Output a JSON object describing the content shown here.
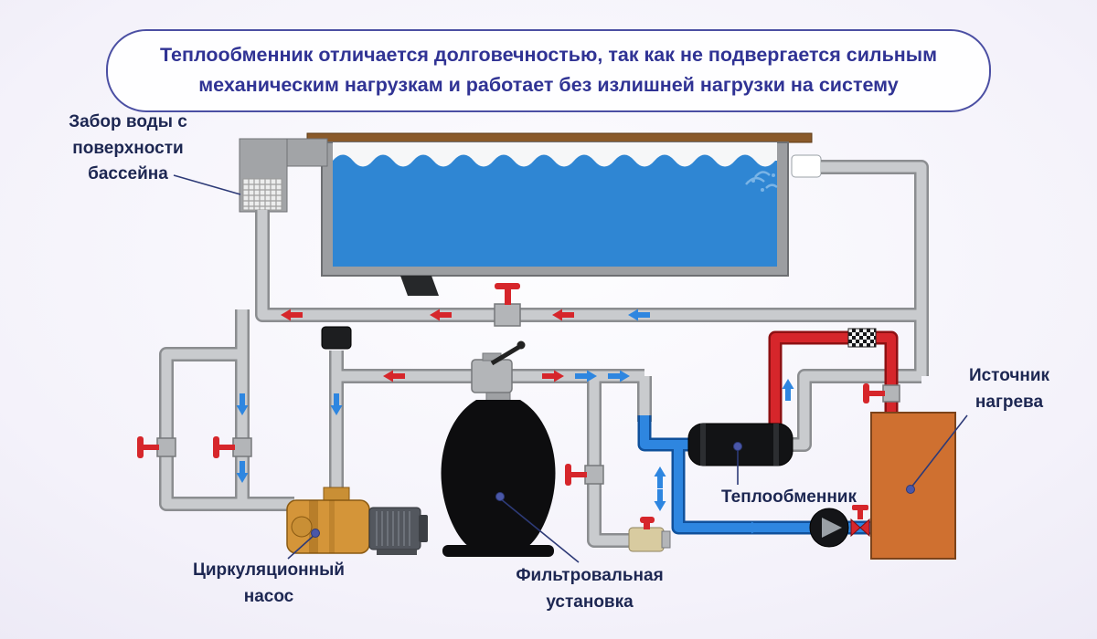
{
  "banner": {
    "text": "Теплообменник отличается долговечностью, так как не подвергается сильным механическим нагрузкам и работает без излишней нагрузки на систему"
  },
  "labels": {
    "intake": "Забор воды с поверхности бассейна",
    "heat_source": "Источник нагрева",
    "heat_exchanger": "Теплообменник",
    "pump": "Циркуляционный насос",
    "filter": "Фильтровальная установка"
  },
  "legend": {
    "hot_flow_arrows": "red",
    "cold_flow_arrows": "blue"
  },
  "colors": {
    "banner_border": "#4b4fa3",
    "banner_text": "#303394",
    "label_text": "#1d2752",
    "pipe": "#c9cbce",
    "pipe_outline": "#8b8d90",
    "hot": "#d6262b",
    "hot_outline": "#8e1113",
    "cold": "#2e86e0",
    "cold_outline": "#10519c",
    "water": "#2f86d3",
    "heat_source": "#cf7030",
    "pump_body": "#d49539",
    "leader": "#2d3a77"
  }
}
